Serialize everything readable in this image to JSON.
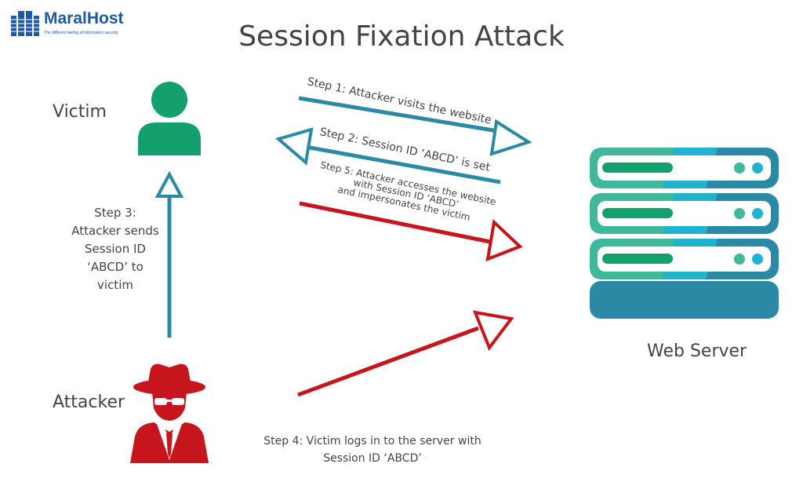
{
  "logo": {
    "name": "MaralHost",
    "tagline": "The different feeling of information security"
  },
  "title": "Session Fixation Attack",
  "actors": {
    "victim": "Victim",
    "attacker": "Attacker",
    "server": "Web Server"
  },
  "steps": {
    "step1": "Step 1: Attacker visits the website",
    "step2": "Step 2: Session ID ‘ABCD’ is set",
    "step3": [
      "Step 3:",
      "Attacker sends",
      "Session ID",
      "‘ABCD’ to",
      "victim"
    ],
    "step4": [
      "Step 4: Victim logs in to the server with",
      "Session ID ‘ABCD’"
    ],
    "step5": [
      "Step 5: Attacker accesses the website",
      "with Session ID ‘ABCD’",
      "and impersonates the victim"
    ]
  },
  "colors": {
    "blue": "#2a8aa6",
    "red": "#c4161c",
    "green": "#14a06d",
    "text": "#444444",
    "brand": "#1d59a6"
  },
  "icons": {
    "victim": "person-icon",
    "attacker": "spy-icon",
    "server": "server-rack-icon",
    "logo": "building-icon"
  }
}
